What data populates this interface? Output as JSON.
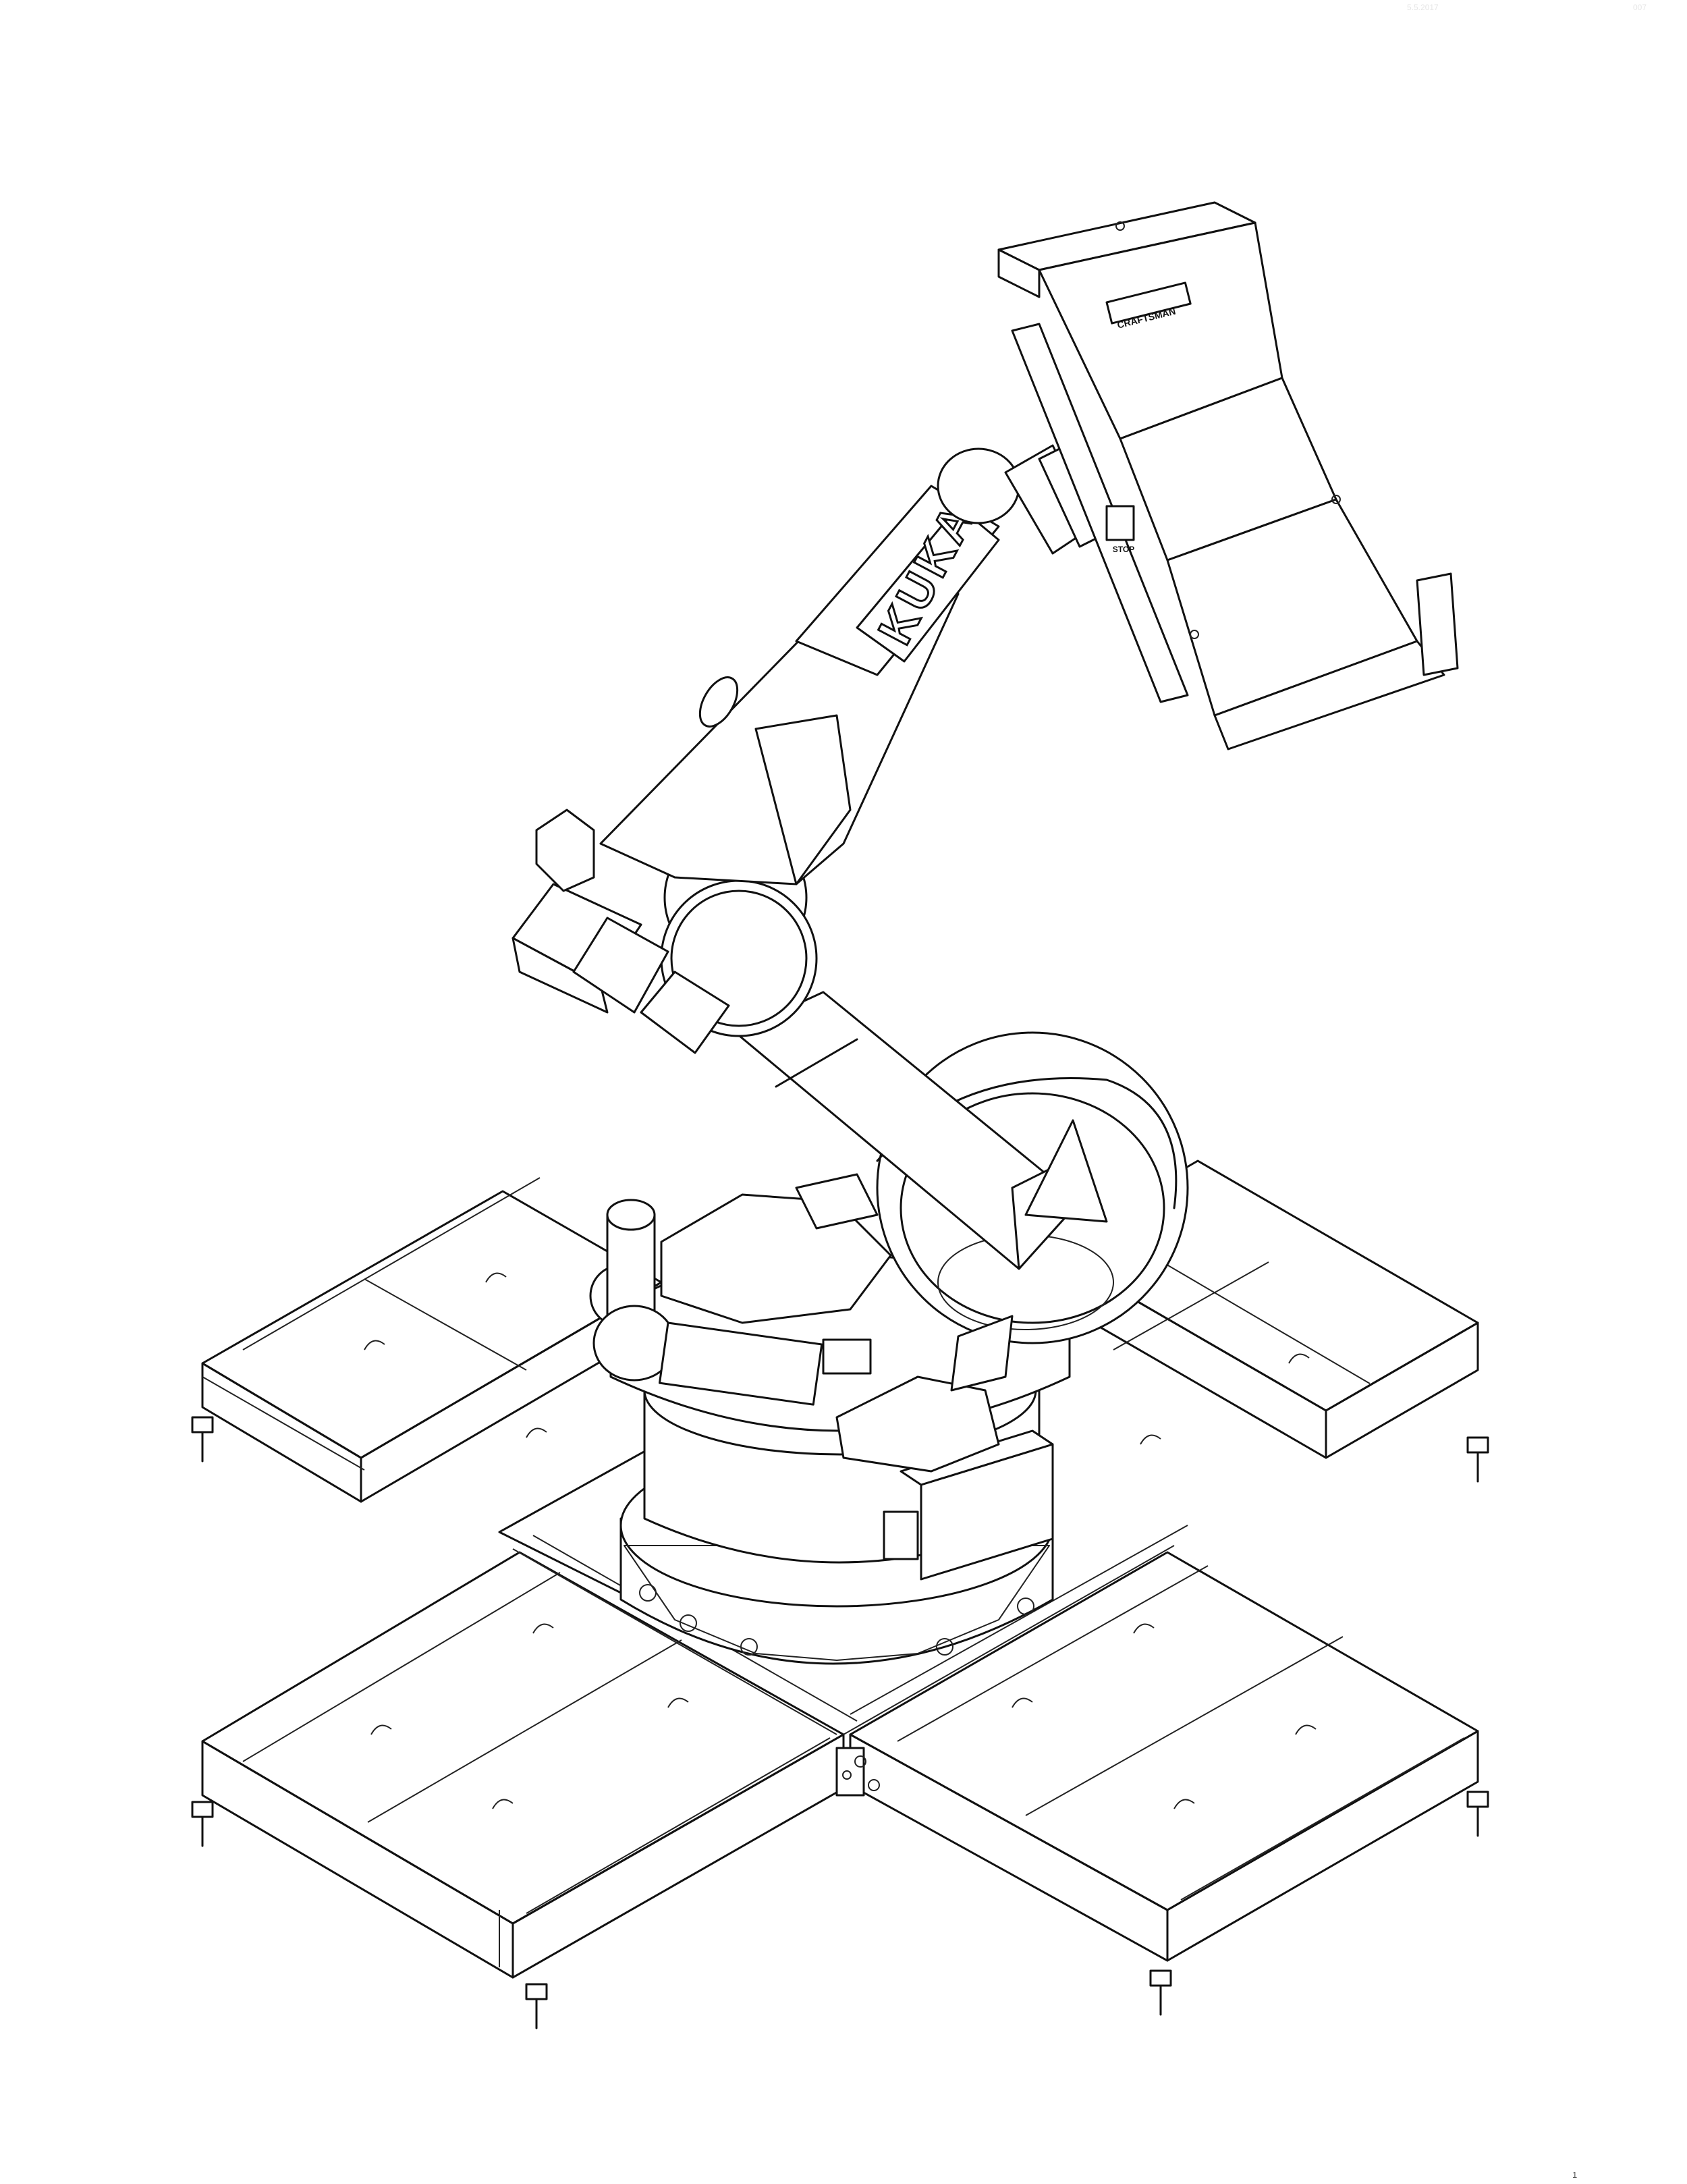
{
  "drawing": {
    "robot_arm_logo": "KUKA",
    "case_brand_label": "CRAFTSMAN",
    "case_stop_label": "STOP"
  },
  "sheet": {
    "corner_mark_left": "5.5.2017",
    "corner_mark_right": "007",
    "page_number": "1"
  },
  "colors": {
    "line": "#111111",
    "background": "#ffffff"
  }
}
